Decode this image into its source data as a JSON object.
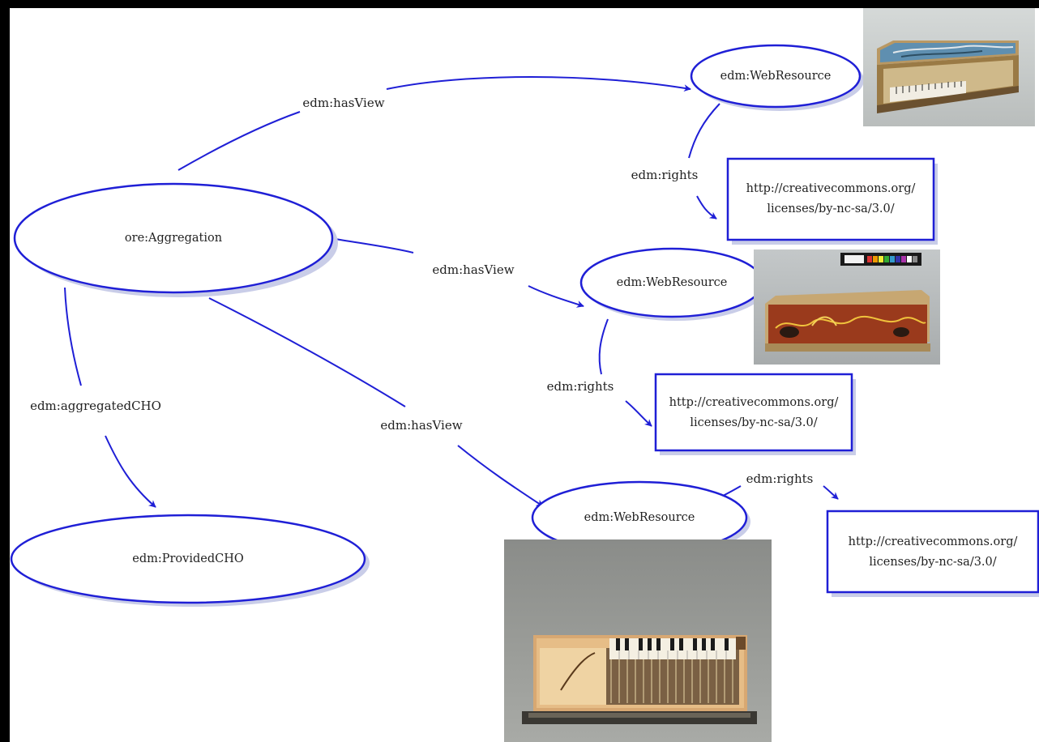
{
  "colors": {
    "node_stroke": "#1f1fd6",
    "edge": "#1f1fd6",
    "shadow": "#c9cde8",
    "frame": "#000000"
  },
  "nodes": {
    "aggregation": "ore:Aggregation",
    "provided_cho": "edm:ProvidedCHO",
    "web_resource_1": "edm:WebResource",
    "web_resource_2": "edm:WebResource",
    "web_resource_3": "edm:WebResource"
  },
  "rights_boxes": [
    {
      "line1": "http://creativecommons.org/",
      "line2": "licenses/by-nc-sa/3.0/"
    },
    {
      "line1": "http://creativecommons.org/",
      "line2": "licenses/by-nc-sa/3.0/"
    },
    {
      "line1": "http://creativecommons.org/",
      "line2": "licenses/by-nc-sa/3.0/"
    }
  ],
  "edges": {
    "has_view_1": "edm:hasView",
    "has_view_2": "edm:hasView",
    "has_view_3": "edm:hasView",
    "aggregated_cho": "edm:aggregatedCHO",
    "rights_1": "edm:rights",
    "rights_2": "edm:rights",
    "rights_3": "edm:rights"
  },
  "images": [
    {
      "icon": "open-virginal-photo-icon"
    },
    {
      "icon": "closed-instrument-case-photo-icon"
    },
    {
      "icon": "clavichord-photo-icon"
    }
  ]
}
